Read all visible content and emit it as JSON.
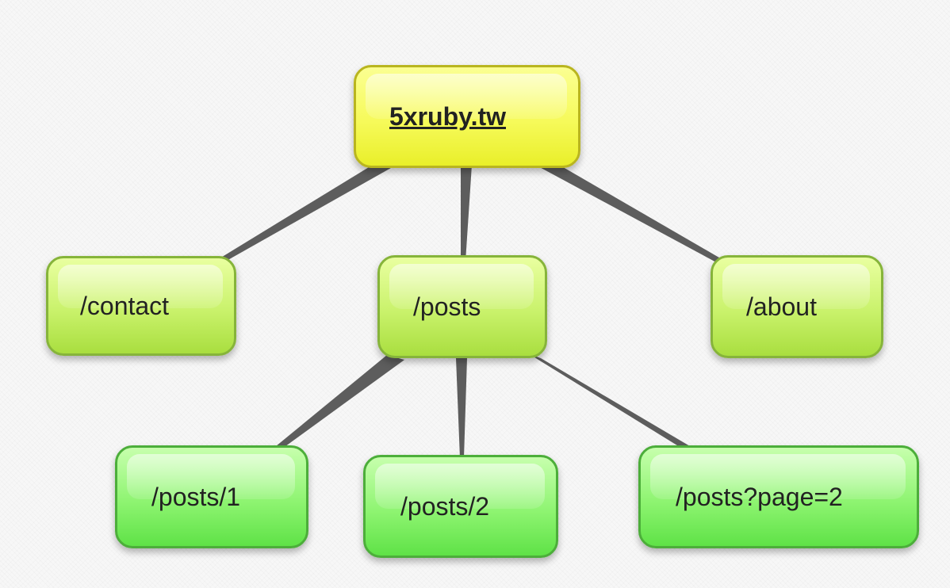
{
  "diagram": {
    "root": {
      "label": "5xruby.tw"
    },
    "level1": [
      {
        "id": "contact",
        "label": "/contact"
      },
      {
        "id": "posts",
        "label": "/posts"
      },
      {
        "id": "about",
        "label": "/about"
      }
    ],
    "level2": [
      {
        "id": "posts-1",
        "label": "/posts/1"
      },
      {
        "id": "posts-2",
        "label": "/posts/2"
      },
      {
        "id": "posts-page-2",
        "label": "/posts?page=2"
      }
    ],
    "colors": {
      "root_fill": "#f6fa5a",
      "level1_fill": "#c9f26b",
      "level2_fill": "#8ef471",
      "connector": "#5a5a5a"
    }
  }
}
